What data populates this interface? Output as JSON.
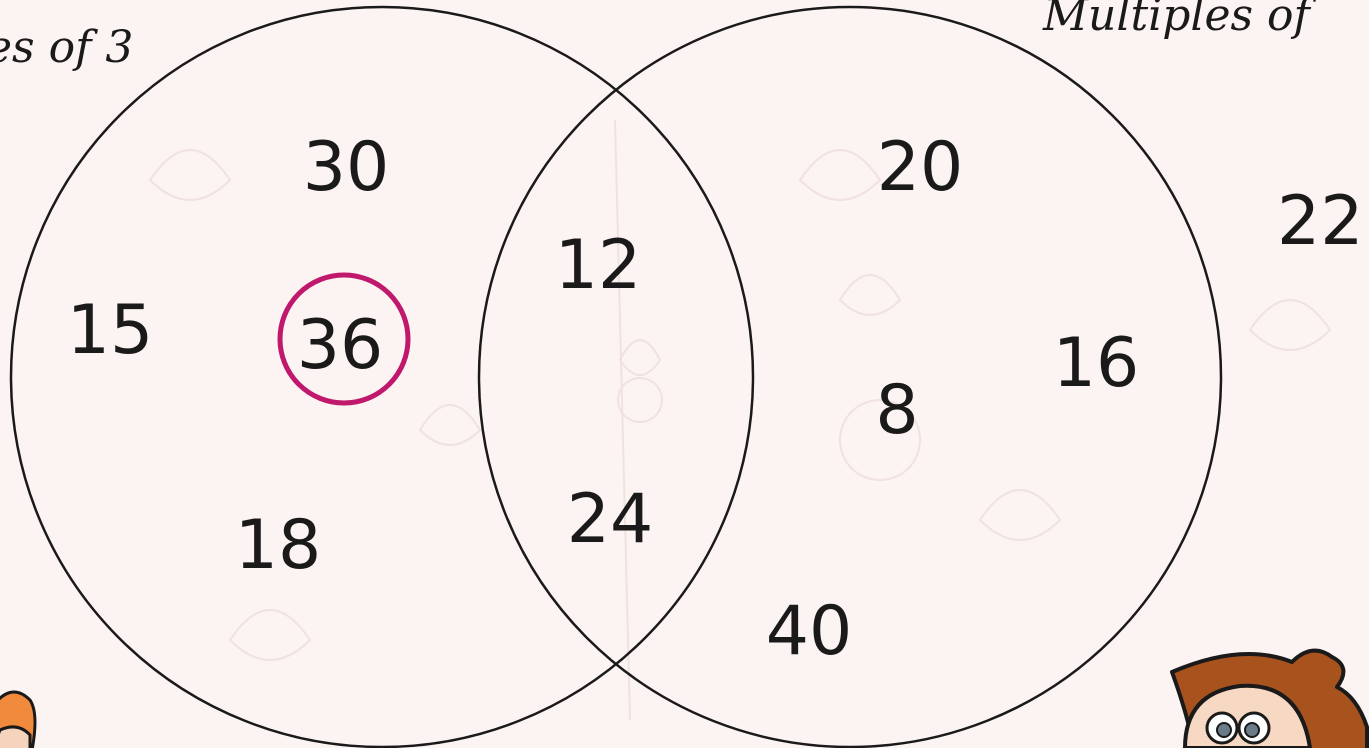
{
  "sets": {
    "left_label": "es of 3",
    "right_label": "Multiples of"
  },
  "numbers": {
    "n30": "30",
    "n15": "15",
    "n36": "36",
    "n18": "18",
    "n12": "12",
    "n24": "24",
    "n20": "20",
    "n8": "8",
    "n16": "16",
    "n40": "40",
    "n22": "22"
  },
  "colors": {
    "background": "#fcf4f2",
    "circle_stroke": "#1a1a1a",
    "highlight_ring": "#c0186c"
  },
  "icons": {
    "left_character": "cartoon-child-icon",
    "right_character": "cartoon-boy-icon"
  }
}
